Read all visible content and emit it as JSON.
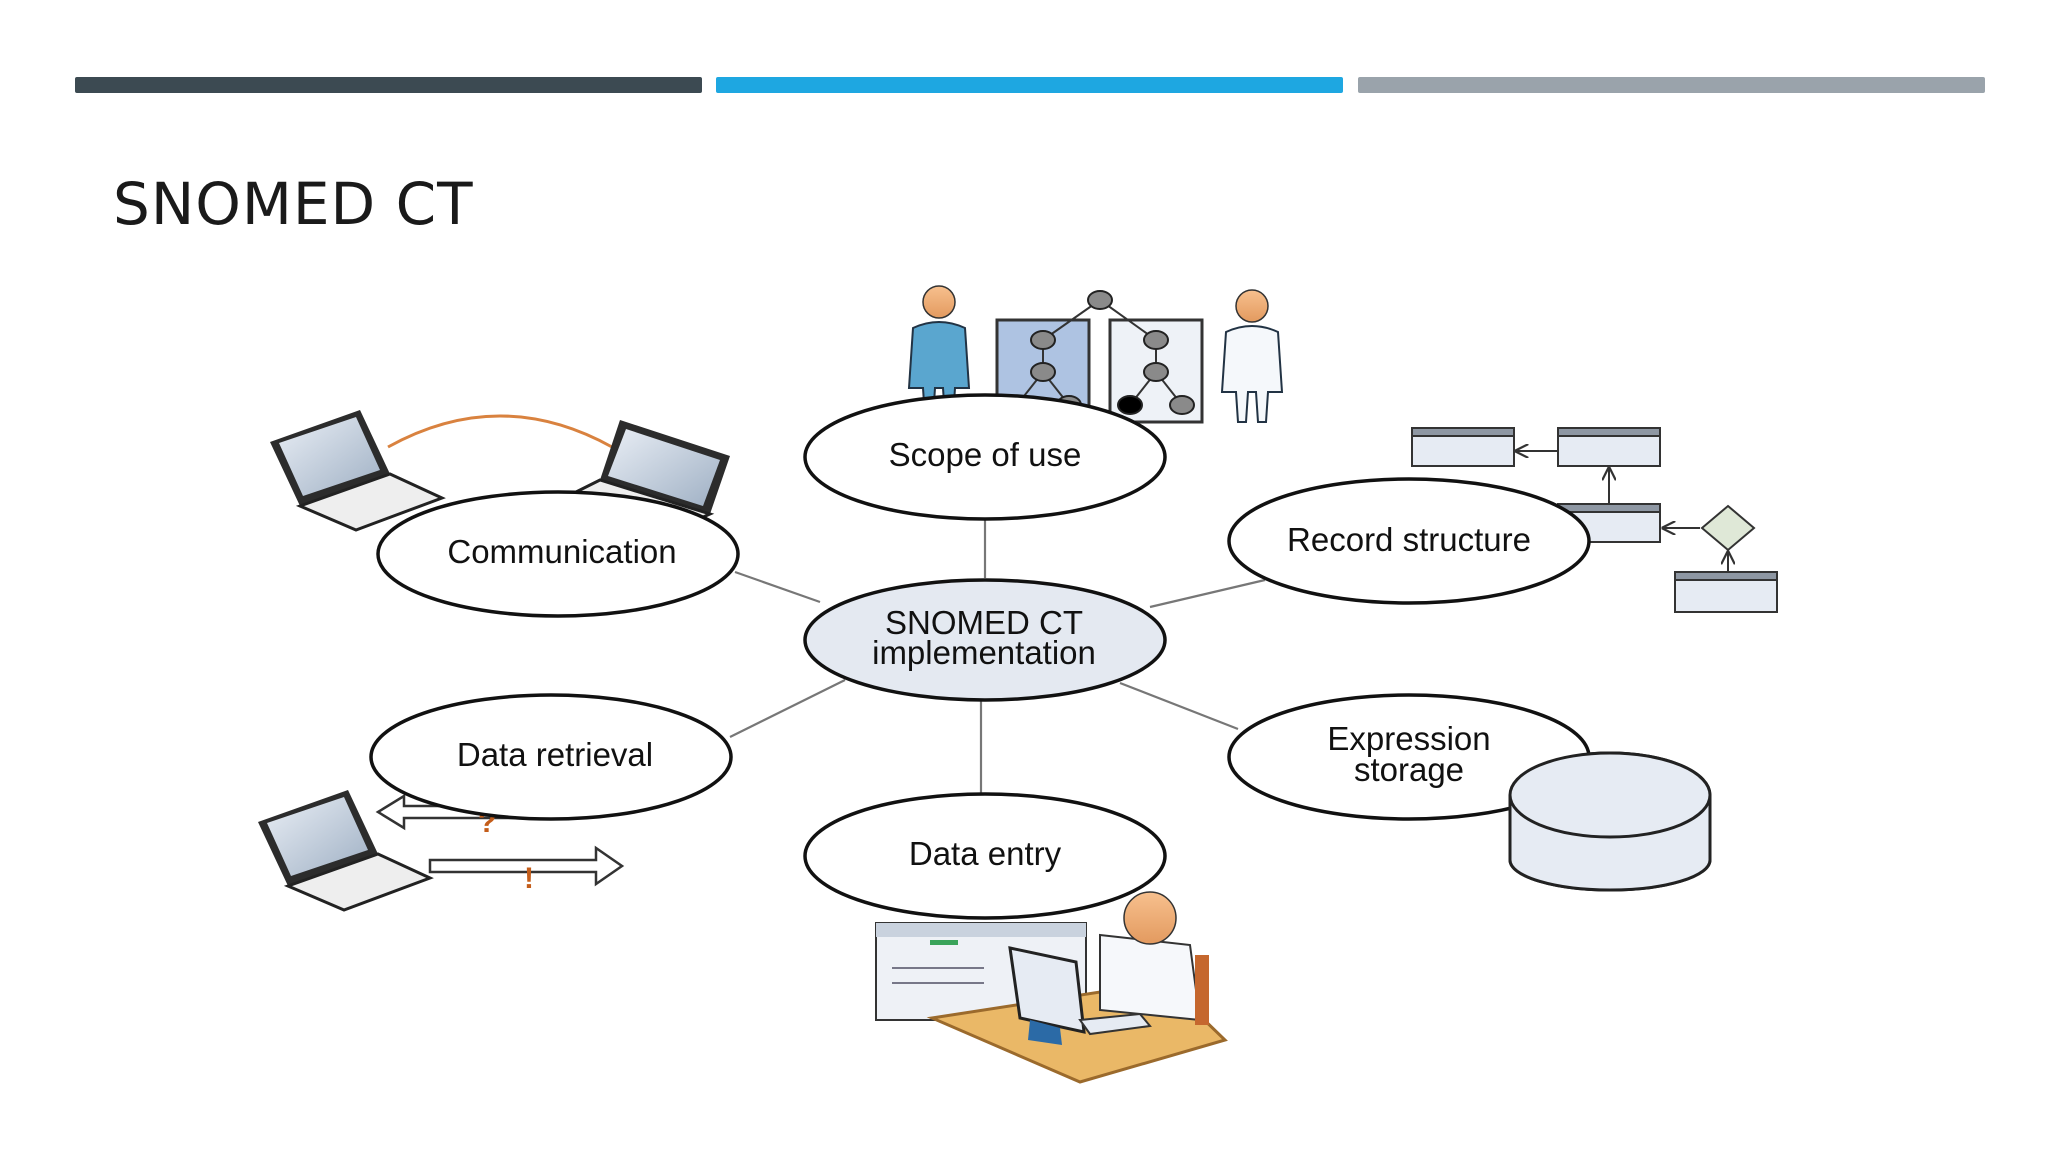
{
  "slide": {
    "title": "SNOMED CT"
  },
  "accent_colors": [
    "#3c4a52",
    "#1ea7e1",
    "#9aa3ab"
  ],
  "diagram": {
    "center": {
      "line1": "SNOMED CT",
      "line2": "implementation"
    },
    "nodes": {
      "scope": "Scope of use",
      "communication": "Communication",
      "record": "Record structure",
      "retrieval": "Data retrieval",
      "expression": {
        "line1": "Expression",
        "line2": "storage"
      },
      "entry": "Data entry"
    },
    "retrieval_marks": {
      "question": "?",
      "exclaim": "!"
    },
    "icons": [
      "person-icon",
      "tree-diagram-icon",
      "laptop-icon",
      "class-diagram-icon",
      "database-icon",
      "computer-user-icon"
    ]
  }
}
